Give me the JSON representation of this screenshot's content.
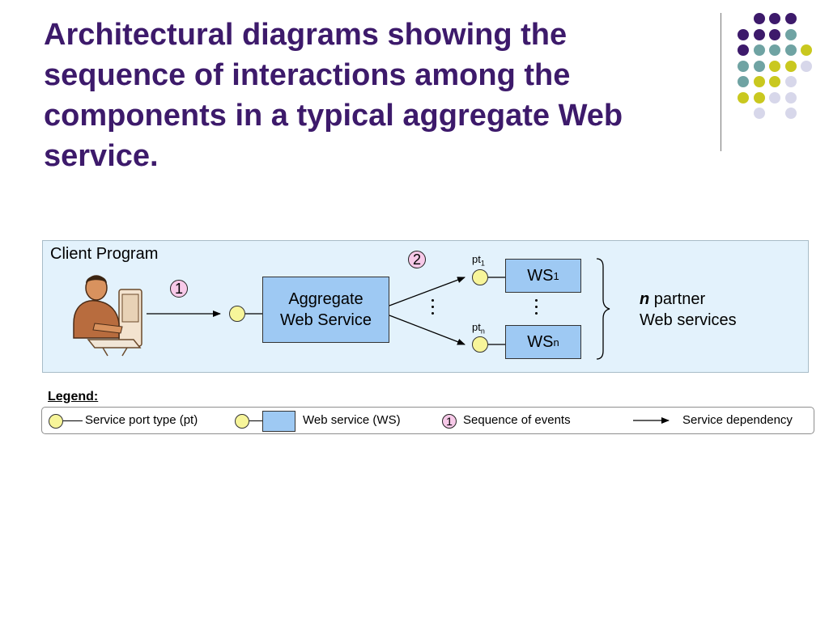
{
  "slide": {
    "title": "Architectural diagrams showing the sequence of interactions among the components in a typical aggregate Web service.",
    "decor_colors": {
      "purple": "#3d1a6b",
      "teal": "#6fa3a3",
      "lime": "#c9c81f",
      "lavender": "#d7d7ea"
    }
  },
  "diagram": {
    "client_label": "Client Program",
    "step1": "1",
    "step2": "2",
    "aggregate_line1": "Aggregate",
    "aggregate_line2": "Web Service",
    "pt1_base": "pt",
    "pt1_sub": "1",
    "ptn_base": "pt",
    "ptn_sub": "n",
    "ws1_base": "WS",
    "ws1_sub": "1",
    "wsn_base": "WS",
    "wsn_sub": "n",
    "partner_n": "n",
    "partner_word": " partner",
    "partner_line2": "Web services",
    "colors": {
      "panel": "#e3f2fc",
      "box": "#9ec9f3",
      "port": "#f7f59a",
      "step": "#f7c9e8"
    }
  },
  "legend": {
    "title": "Legend:",
    "port_label": "Service port type (pt)",
    "ws_label": "Web service (WS)",
    "seq_number": "1",
    "seq_label": "Sequence of events",
    "dep_label": "Service dependency"
  }
}
